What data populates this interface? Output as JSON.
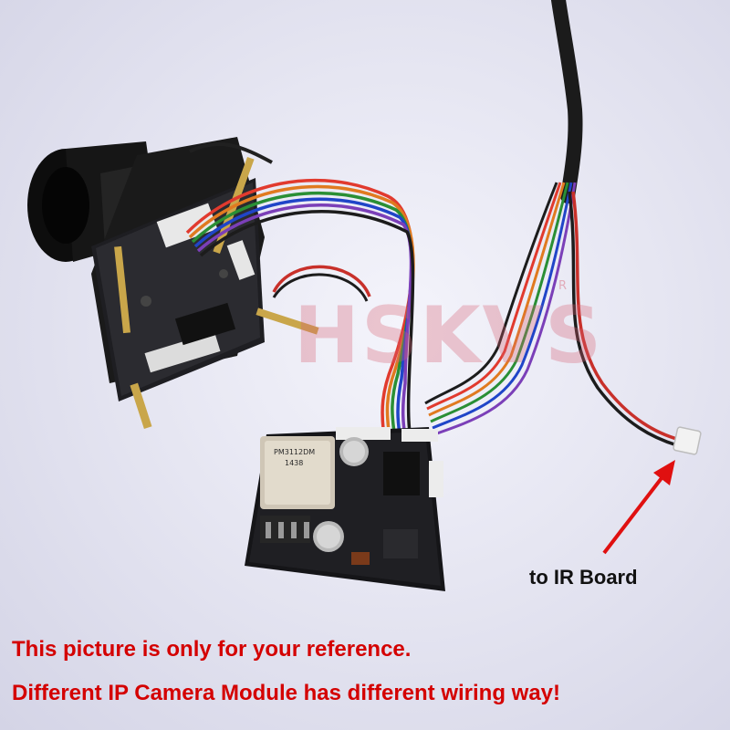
{
  "watermark": {
    "text": "HSKVS",
    "mark": "R"
  },
  "annotation": {
    "label": "to IR Board",
    "arrow_color": "#e01010"
  },
  "captions": {
    "line1": "This picture is only for your reference.",
    "line2": "Different IP Camera Module has different wiring way!"
  },
  "transformer_marking": {
    "model": "PM3112DM",
    "code": "1438"
  },
  "colors": {
    "caption": "#d40000",
    "arrow": "#e01010",
    "background": "#e6e6f2"
  }
}
